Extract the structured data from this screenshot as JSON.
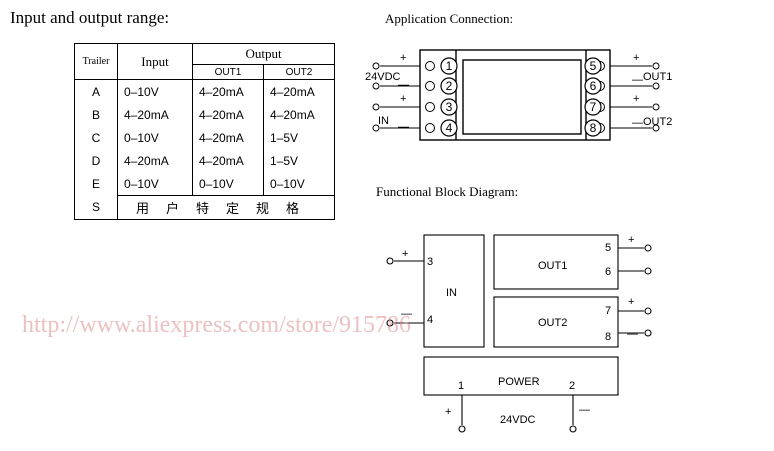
{
  "titles": {
    "range": "Input and output range:",
    "application": "Application Connection:",
    "block": "Functional Block Diagram:"
  },
  "range_table": {
    "headers": {
      "trailer": "Trailer",
      "input": "Input",
      "output": "Output",
      "out1": "OUT1",
      "out2": "OUT2"
    },
    "rows": [
      {
        "trailer": "A",
        "input": "0–10V",
        "out1": "4–20mA",
        "out2": "4–20mA"
      },
      {
        "trailer": "B",
        "input": "4–20mA",
        "out1": "4–20mA",
        "out2": "4–20mA"
      },
      {
        "trailer": "C",
        "input": "0–10V",
        "out1": "4–20mA",
        "out2": "1–5V"
      },
      {
        "trailer": "D",
        "input": "4–20mA",
        "out1": "4–20mA",
        "out2": "1–5V"
      },
      {
        "trailer": "E",
        "input": "0–10V",
        "out1": "0–10V",
        "out2": "0–10V"
      }
    ],
    "special": {
      "trailer": "S",
      "text": "用户特定规格"
    }
  },
  "application": {
    "left_pins": [
      "1",
      "2",
      "3",
      "4"
    ],
    "right_pins": [
      "5",
      "6",
      "7",
      "8"
    ],
    "supply_label": "24VDC",
    "input_label": "IN",
    "out1_label": "OUT1",
    "out2_label": "OUT2",
    "plus": "+",
    "minus": "—"
  },
  "block": {
    "in_label": "IN",
    "out1_label": "OUT1",
    "out2_label": "OUT2",
    "power_label": "POWER",
    "supply_label": "24VDC",
    "pins": {
      "p1": "1",
      "p2": "2",
      "p3": "3",
      "p4": "4",
      "p5": "5",
      "p6": "6",
      "p7": "7",
      "p8": "8"
    },
    "plus": "+",
    "minus": "—"
  },
  "watermark": "http://www.aliexpress.com/store/915786"
}
